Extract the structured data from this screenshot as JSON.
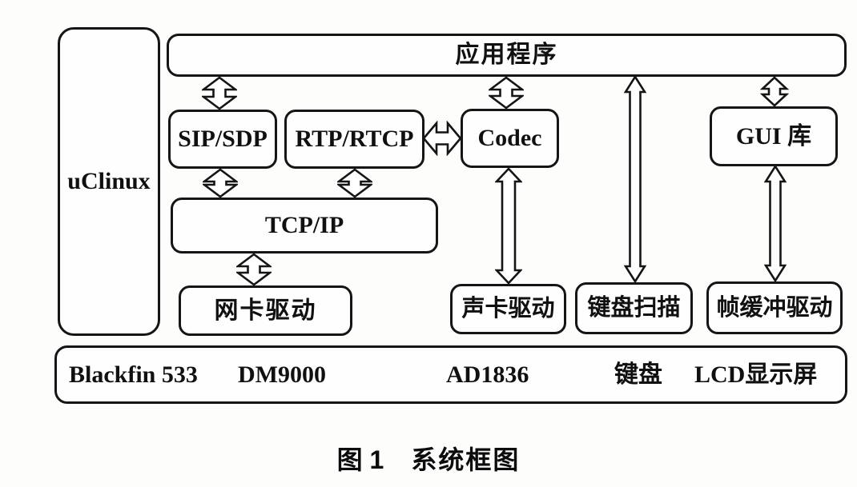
{
  "diagram": {
    "os_label": "uClinux",
    "app_layer_label": "应用程序",
    "modules": {
      "sip_sdp": "SIP/SDP",
      "rtp_rtcp": "RTP/RTCP",
      "codec": "Codec",
      "gui_lib": "GUI 库",
      "tcp_ip": "TCP/IP",
      "nic_driver": "网卡驱动",
      "sound_driver": "声卡驱动",
      "keyboard_scan": "键盘扫描",
      "framebuffer_driver": "帧缓冲驱动"
    },
    "hardware_labels": [
      "Blackfin 533",
      "DM9000",
      "AD1836",
      "键盘",
      "LCD显示屏"
    ],
    "caption": {
      "figure": "图 1",
      "title": "系统框图"
    }
  }
}
